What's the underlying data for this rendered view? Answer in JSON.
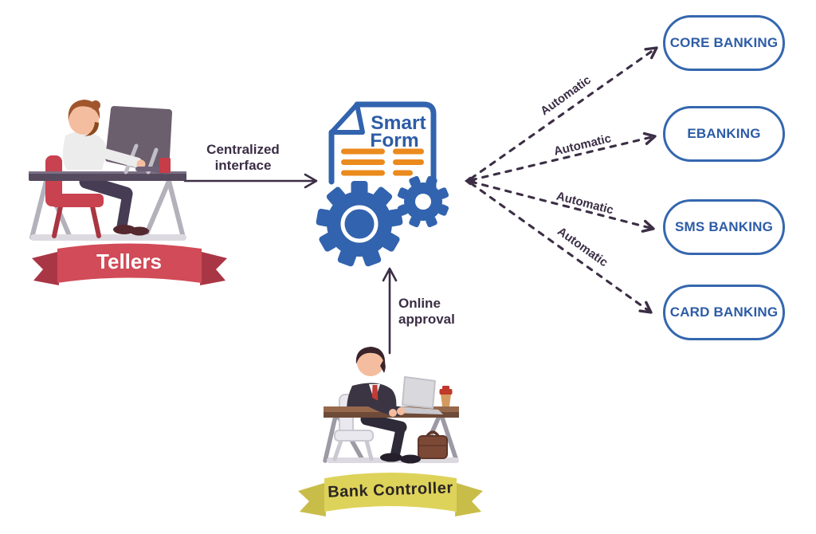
{
  "actors": {
    "tellers": {
      "label": "Tellers"
    },
    "bank_controller": {
      "label": "Bank Controller"
    }
  },
  "hub": {
    "icon": "smart-form-document-with-gears",
    "line1": "Smart",
    "line2": "Form"
  },
  "flows": {
    "centralized_interface": {
      "line1": "Centralized",
      "line2": "interface"
    },
    "online_approval": {
      "line1": "Online",
      "line2": "approval"
    },
    "automatic_labels": [
      "Automatic",
      "Automatic",
      "Automatic",
      "Automatic"
    ]
  },
  "systems": [
    {
      "label": "CORE BANKING"
    },
    {
      "label": "EBANKING"
    },
    {
      "label": "SMS BANKING"
    },
    {
      "label": "CARD BANKING"
    }
  ],
  "colors": {
    "primary_blue": "#3263ae",
    "accent_orange": "#eb8a1d",
    "connector_dark": "#3b2e45",
    "tellers_ribbon_red": "#d14b58",
    "controller_ribbon_yellow": "#ded35a"
  }
}
